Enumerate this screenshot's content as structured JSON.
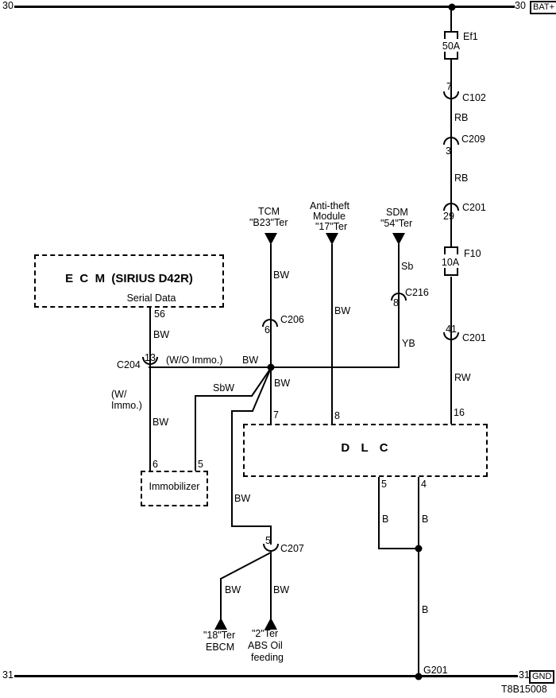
{
  "colors": {
    "ink": "#000000",
    "paper": "#ffffff"
  },
  "code": "T8B15008",
  "ground": "G201",
  "rails": {
    "top_left": "30",
    "top_right": "30",
    "top_tag": "BAT+",
    "bottom_left": "31",
    "bottom_right": "31",
    "bottom_tag": "GND"
  },
  "fuses": {
    "ef1": {
      "name": "Ef1",
      "rating": "50A"
    },
    "f10": {
      "name": "F10",
      "rating": "10A"
    }
  },
  "connectors": {
    "c102": {
      "id": "C102",
      "pin": "7"
    },
    "c209": {
      "id": "C209",
      "pin": "3"
    },
    "c201_29": {
      "id": "C201",
      "pin": "29"
    },
    "c201_41": {
      "id": "C201",
      "pin": "41"
    },
    "c204": {
      "id": "C204",
      "pin": "13"
    },
    "c206": {
      "id": "C206",
      "pin": "6"
    },
    "c216": {
      "id": "C216",
      "pin": "8"
    },
    "c207": {
      "id": "C207",
      "pin": "5"
    }
  },
  "wire_labels": {
    "rb_1": "RB",
    "rb_2": "RB",
    "rw": "RW",
    "bw_tcm": "BW",
    "bw_antitheft": "BW",
    "sb_sdm": "Sb",
    "yb": "YB",
    "bw_ecm": "BW",
    "bw_serial_h": "BW",
    "bw_dlc7": "BW",
    "bw_immo": "BW",
    "sbw": "SbW",
    "bw_c207": "BW",
    "bw_ebcm": "BW",
    "bw_abs": "BW",
    "b_dlc5": "B",
    "b_dlc4": "B",
    "b_gnd": "B"
  },
  "variants": {
    "without_immo": "(W/O Immo.)",
    "with_immo_line1": "(W/",
    "with_immo_line2": "Immo.)"
  },
  "modules": {
    "ecm": {
      "title": "E  C  M  (SIRIUS D42R)",
      "signal": "Serial Data",
      "pin": "56"
    },
    "dlc": {
      "title": "D  L  C",
      "pins_top": {
        "p7": "7",
        "p8": "8",
        "p16": "16"
      },
      "pins_bottom": {
        "p5": "5",
        "p4": "4"
      }
    },
    "immobilizer": {
      "title": "Immobilizer",
      "pin_left": "6",
      "pin_right": "5"
    }
  },
  "offpage_refs": {
    "tcm": {
      "line1": "TCM",
      "line2": "\"B23\"Ter"
    },
    "antitheft": {
      "line1": "Anti-theft",
      "line2": "Module",
      "line3": "\"17\"Ter"
    },
    "sdm": {
      "line1": "SDM",
      "line2": "\"54\"Ter"
    },
    "ebcm": {
      "line1": "\"18\"Ter",
      "line2": "EBCM"
    },
    "abs_oil": {
      "line1": "\"2\"Ter",
      "line2": "ABS Oil",
      "line3": "feeding"
    }
  }
}
